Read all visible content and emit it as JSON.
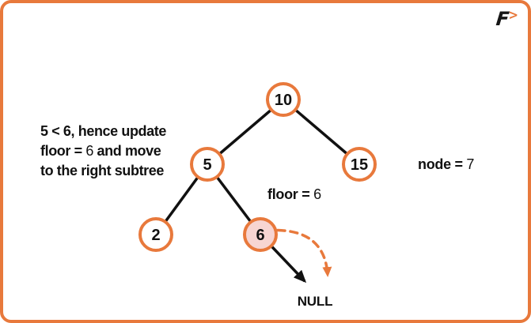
{
  "colors": {
    "accent_orange": "#e8793c",
    "highlight_node_fill": "#f7d5d2",
    "edge_black": "#111111",
    "background": "#ffffff"
  },
  "logo": {
    "letter": "F",
    "chevron": ">"
  },
  "annotations": {
    "left_note": {
      "line1": "5 < 6, hence update",
      "line2_prefix": "floor = ",
      "line2_value": "6",
      "line2_suffix": " and move",
      "line3": "to the right subtree"
    },
    "floor_status": {
      "label": "floor = ",
      "value": "6"
    },
    "node_status": {
      "label": "node = ",
      "value": "7"
    },
    "null_label": "NULL"
  },
  "tree": {
    "nodes": [
      {
        "label": "10",
        "highlighted": false
      },
      {
        "label": "5",
        "highlighted": false
      },
      {
        "label": "15",
        "highlighted": false
      },
      {
        "label": "2",
        "highlighted": false
      },
      {
        "label": "6",
        "highlighted": true
      }
    ],
    "edges": [
      "10-5",
      "10-15",
      "5-2",
      "5-6",
      "6-NULL"
    ]
  }
}
